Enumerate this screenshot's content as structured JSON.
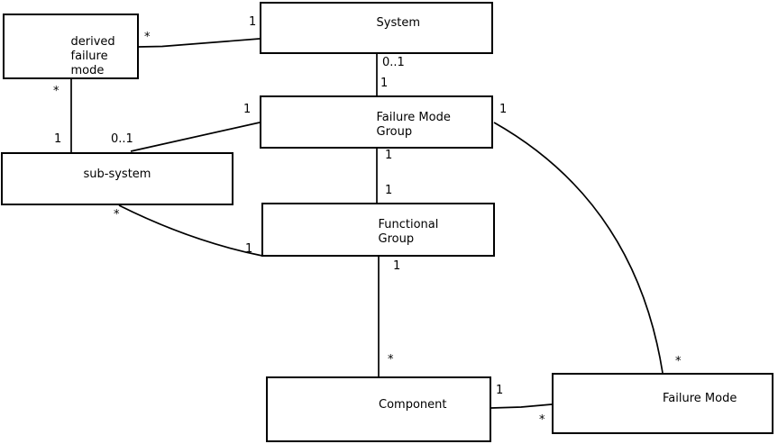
{
  "diagram": {
    "kind": "uml-class-diagram",
    "colors": {
      "background": "#ffffff",
      "line": "#000000",
      "text": "#000000"
    },
    "nodes": {
      "derived_failure_mode": {
        "lines": [
          "derived",
          "failure",
          "mode"
        ]
      },
      "system": {
        "label": "System"
      },
      "failure_mode_group": {
        "lines": [
          "Failure Mode",
          "Group"
        ]
      },
      "sub_system": {
        "label": "sub-system"
      },
      "functional_group": {
        "lines": [
          "Functional",
          "Group"
        ]
      },
      "component": {
        "label": "Component"
      },
      "failure_mode": {
        "label": "Failure Mode"
      }
    },
    "associations": [
      {
        "from": "derived failure mode",
        "to": "System",
        "from_multiplicity": "*",
        "to_multiplicity": "1"
      },
      {
        "from": "derived failure mode",
        "to": "sub-system",
        "from_multiplicity": "*",
        "to_multiplicity": "1"
      },
      {
        "from": "sub-system",
        "to": "Failure Mode Group",
        "from_multiplicity": "0..1",
        "to_multiplicity": "1"
      },
      {
        "from": "System",
        "to": "Failure Mode Group",
        "from_multiplicity": "0..1",
        "to_multiplicity": "1"
      },
      {
        "from": "Failure Mode Group",
        "to": "Functional Group",
        "from_multiplicity": "1",
        "to_multiplicity": "1"
      },
      {
        "from": "Functional Group",
        "to": "Component",
        "from_multiplicity": "1",
        "to_multiplicity": "*"
      },
      {
        "from": "sub-system",
        "to": "Functional Group",
        "from_multiplicity": "*",
        "to_multiplicity": "1"
      },
      {
        "from": "Component",
        "to": "Failure Mode",
        "from_multiplicity": "1",
        "to_multiplicity": "*"
      },
      {
        "from": "Failure Mode Group",
        "to": "Failure Mode",
        "from_multiplicity": "1",
        "to_multiplicity": "*"
      }
    ]
  }
}
